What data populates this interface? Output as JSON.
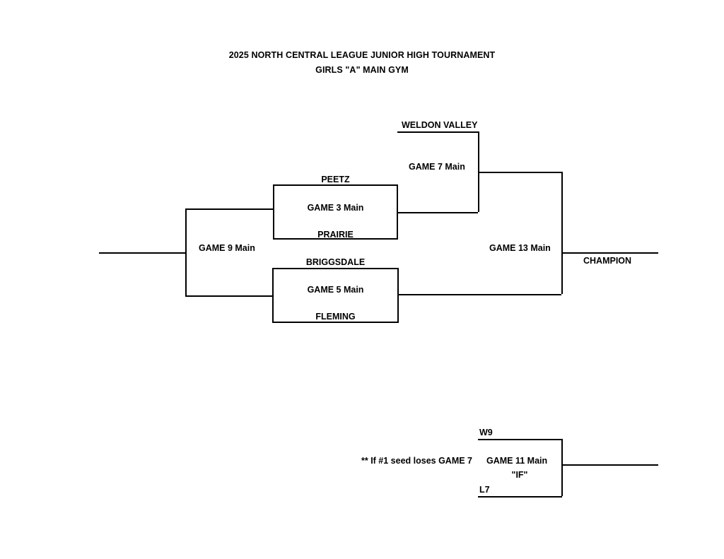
{
  "header": {
    "title_line_1": "2025 NORTH CENTRAL LEAGUE JUNIOR HIGH TOURNAMENT",
    "title_line_2": "GIRLS \"A\" MAIN GYM"
  },
  "bracket": {
    "name": "girls-a-main-gym-bracket",
    "teams": {
      "weldon_valley": "WELDON VALLEY",
      "peetz": "PEETZ",
      "prairie": "PRAIRIE",
      "briggsdale": "BRIGGSDALE",
      "fleming": "FLEMING"
    },
    "games": {
      "game_3": "GAME 3 Main",
      "game_5": "GAME 5 Main",
      "game_7": "GAME 7 Main",
      "game_9": "GAME 9 Main",
      "game_13": "GAME 13 Main",
      "game_11": "GAME 11 Main",
      "game_11_if": "\"IF\""
    },
    "outcomes": {
      "champion": "CHAMPION"
    },
    "if_game": {
      "note": "** If #1 seed loses GAME 7",
      "feed_top": "W9",
      "feed_bottom": "L7"
    }
  },
  "colors": {
    "line": "#000000",
    "text": "#000000",
    "background": "#ffffff"
  }
}
